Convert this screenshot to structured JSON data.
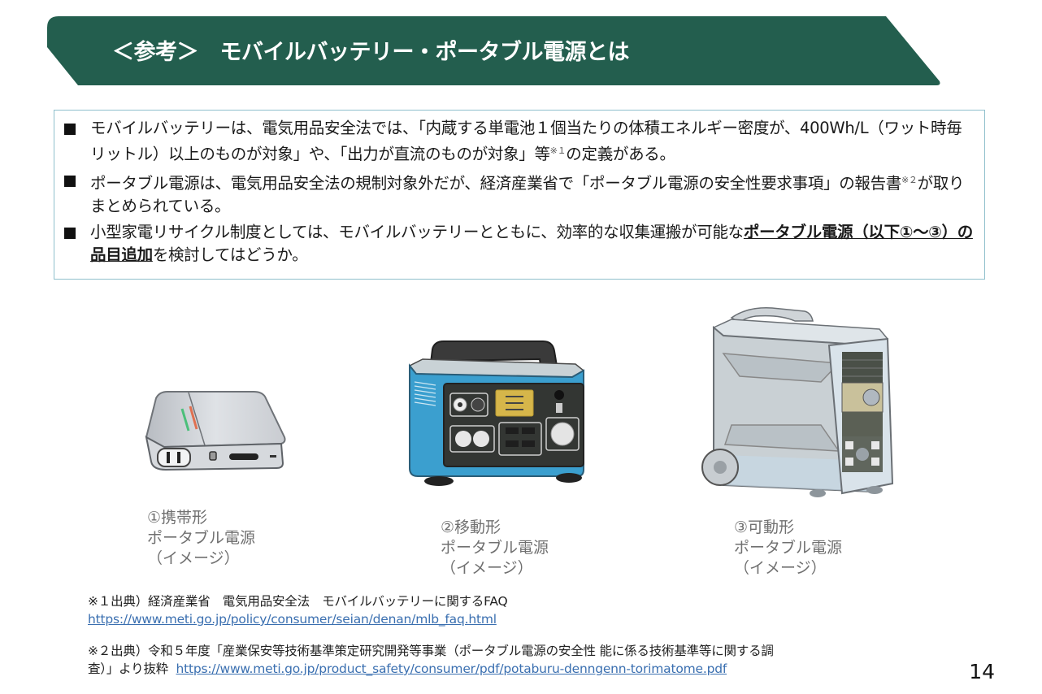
{
  "header": {
    "title": "＜参考＞　モバイルバッテリー・ポータブル電源とは",
    "color": "#235E4E"
  },
  "summary": {
    "border_color": "#8FBFCC",
    "bullets": [
      {
        "text_a": "モバイルバッテリーは、電気用品安全法では、「内蔵する単電池１個当たりの体積エネルギー密度が、400Wh/L（ワット時毎リットル）以上のものが対象」や、「出力が直流のものが対象」等",
        "note": "※１",
        "text_b": "の定義がある。"
      },
      {
        "text_a": "ポータブル電源は、電気用品安全法の規制対象外だが、経済産業省で「ポータブル電源の安全性要求事項」の報告書",
        "note": "※２",
        "text_b": "が取りまとめられている。"
      },
      {
        "text_a": "小型家電リサイクル制度としては、モバイルバッテリーとともに、効率的な収集運搬が可能な",
        "emphasis": "ポータブル電源（以下①～③）の品目追加",
        "text_b": "を検討してはどうか。"
      }
    ]
  },
  "products": [
    {
      "line1": "①携帯形",
      "line2": "ポータブル電源",
      "line3": "（イメージ）",
      "icon": "power-bank-icon"
    },
    {
      "line1": "②移動形",
      "line2": "ポータブル電源",
      "line3": "（イメージ）",
      "icon": "portable-power-station-icon"
    },
    {
      "line1": "③可動形",
      "line2": "ポータブル電源",
      "line3": "（イメージ）",
      "icon": "wheeled-power-station-icon"
    }
  ],
  "footnotes": [
    {
      "line1": "※１出典）経済産業省　電気用品安全法　モバイルバッテリーに関するFAQ",
      "url": "https://www.meti.go.jp/policy/consumer/seian/denan/mlb_faq.html"
    },
    {
      "line1": "※２出典）令和５年度「産業保安等技術基準策定研究開発等事業（ポータブル電源の安全性 能に係る技術基準等に関する調",
      "line2_prefix": "査）」より抜粋",
      "url": "https://www.meti.go.jp/product_safety/consumer/pdf/potaburu-denngenn-torimatome.pdf"
    }
  ],
  "page_number": "14"
}
